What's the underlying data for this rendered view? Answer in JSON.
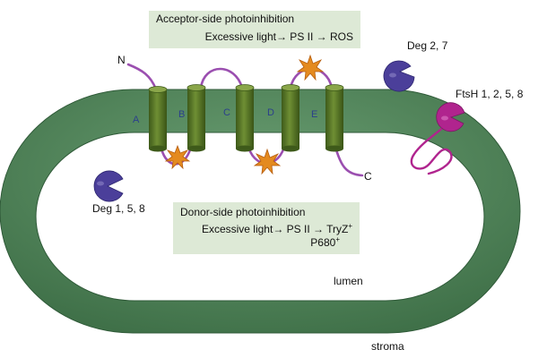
{
  "acceptor_box": {
    "title": "Acceptor-side photoinhibition",
    "line": "Excessive light→ PS II → ROS"
  },
  "donor_box": {
    "title": "Donor-side photoinhibition",
    "line1": "Excessive light→ PS II → TryZ",
    "line1_sup": "+",
    "line2": "P680",
    "line2_sup": "+"
  },
  "protein_termini": {
    "n": "N",
    "c": "C"
  },
  "helices": [
    "A",
    "B",
    "C",
    "D",
    "E"
  ],
  "proteases": {
    "deg27": "Deg 2, 7",
    "ftsh": "FtsH 1, 2, 5, 8",
    "deg158": "Deg 1, 5, 8"
  },
  "compartments": {
    "lumen": "lumen",
    "stroma": "stroma"
  },
  "colors": {
    "membrane": "#4e8257",
    "helix": "#4d6b22",
    "loop": "#9b4fb0",
    "ros_star": "#e48a1f",
    "deg_protease": "#4b3f9a",
    "ftsh_protease": "#b0248e",
    "box_fill": "#dde9d6"
  }
}
